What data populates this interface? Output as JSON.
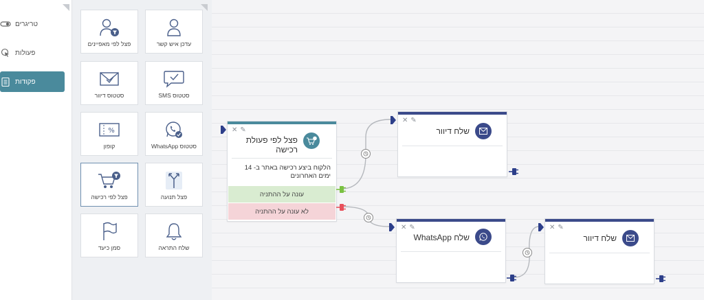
{
  "sidebar": {
    "items": [
      {
        "label": "טריגרים",
        "icon": "toggle-icon",
        "active": false
      },
      {
        "label": "פעולות",
        "icon": "cursor-click-icon",
        "active": false
      },
      {
        "label": "פקודות",
        "icon": "clipboard-icon",
        "active": true
      }
    ],
    "active_color": "#4a8a9c"
  },
  "toolbox": {
    "tools": [
      {
        "label": "עדכן איש קשר",
        "icon": "user-icon"
      },
      {
        "label": "פצל לפי מאפיינים",
        "icon": "user-filter-icon"
      },
      {
        "label": "סטטוס SMS",
        "icon": "sms-chat-icon"
      },
      {
        "label": "סטטוס דיוור",
        "icon": "envelope-icon"
      },
      {
        "label": "סטטוס WhatsApp",
        "icon": "whatsapp-icon"
      },
      {
        "label": "קופון",
        "icon": "coupon-icon"
      },
      {
        "label": "פצל תנועה",
        "icon": "split-traffic-icon"
      },
      {
        "label": "פצל לפי רכישה",
        "icon": "cart-filter-icon"
      },
      {
        "label": "שלח התראה",
        "icon": "bell-icon"
      },
      {
        "label": "סמן כיעד",
        "icon": "flag-icon"
      }
    ]
  },
  "nodes": {
    "condition": {
      "title": "פצל לפי פעולת רכישה",
      "description": "הלקוח ביצע רכישה באתר ב- 14 ימים האחרונים",
      "yes_label": "עונה על ההתניה",
      "no_label": "לא עונה על ההתניה",
      "accent": "#4a8a9c"
    },
    "email_top": {
      "title": "שלח דיוור",
      "accent": "#3b4a8a"
    },
    "whatsapp": {
      "title": "שלח WhatsApp",
      "accent": "#3b4a8a"
    },
    "email_bottom": {
      "title": "שלח דיוור",
      "accent": "#3b4a8a"
    }
  },
  "colors": {
    "port": "#2d3f8a",
    "yes_port": "#7ac142",
    "no_port": "#e8505b",
    "wire": "#b5b8bd"
  }
}
